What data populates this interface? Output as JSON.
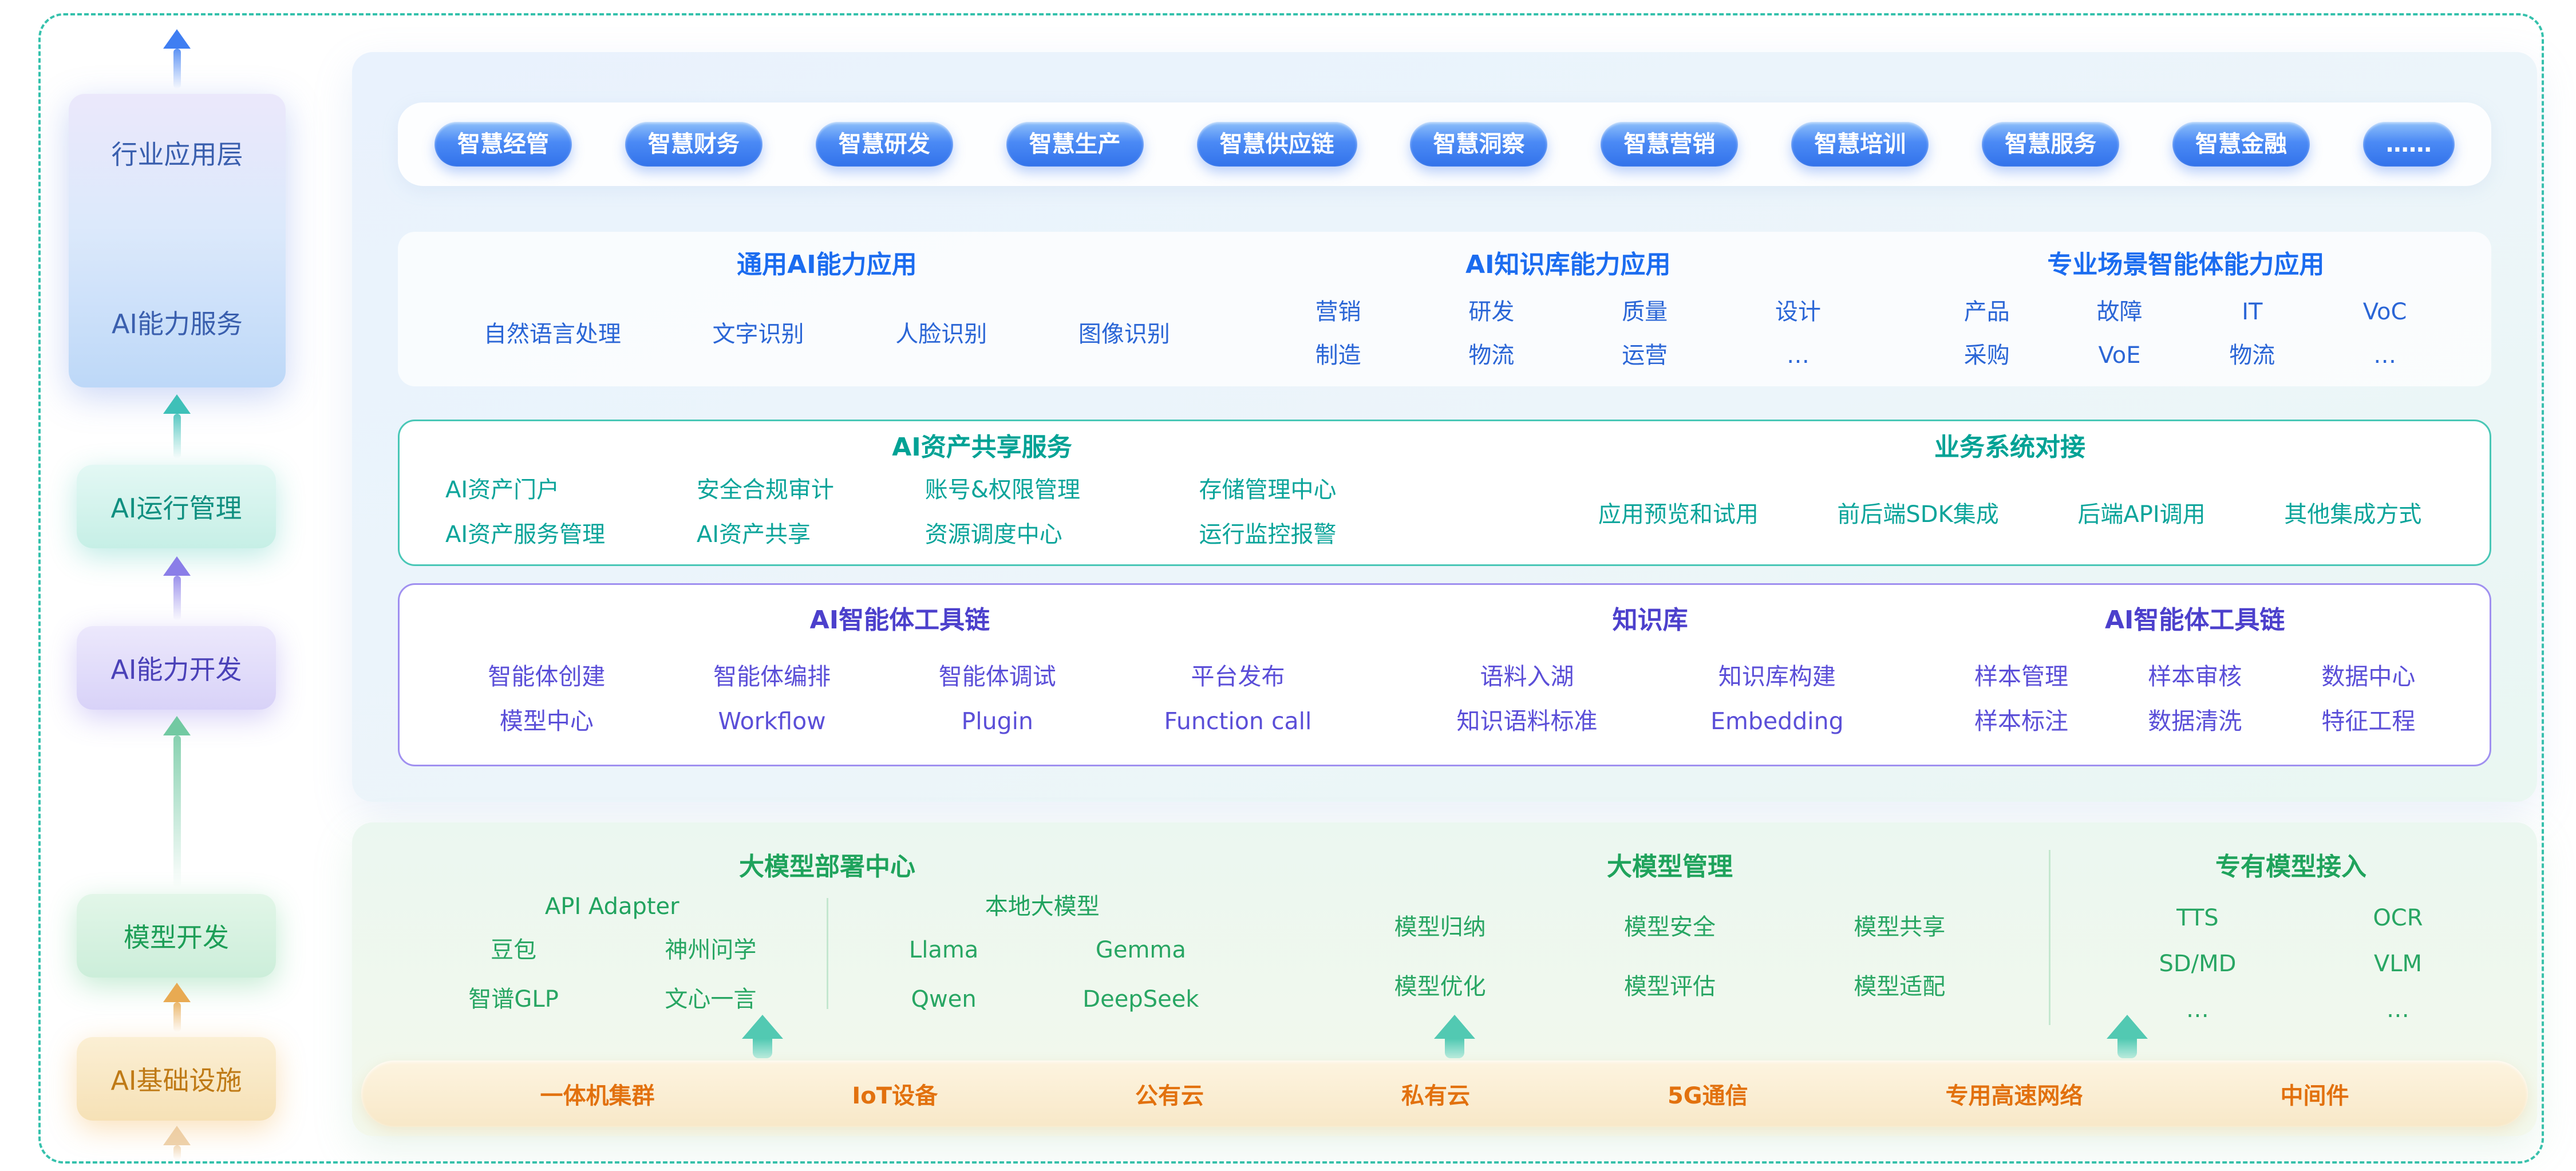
{
  "colors": {
    "frame_dash": "#35c1ac",
    "accent_blue": "#1b6cf0",
    "accent_teal": "#00a295",
    "accent_purple": "#4c40cc",
    "accent_green": "#1fa35c",
    "accent_orange": "#e2710e"
  },
  "sidebar": {
    "app_layer": {
      "line1": "行业应用层",
      "line2": "AI能力服务"
    },
    "run_mgmt": "AI运行管理",
    "dev": "AI能力开发",
    "model_dev": "模型开发",
    "infra": "AI基础设施"
  },
  "industry_apps": [
    "智慧经管",
    "智慧财务",
    "智慧研发",
    "智慧生产",
    "智慧供应链",
    "智慧洞察",
    "智慧营销",
    "智慧培训",
    "智慧服务",
    "智慧金融",
    "……"
  ],
  "ai_capability": {
    "general": {
      "title": "通用AI能力应用",
      "items": [
        "自然语言处理",
        "文字识别",
        "人脸识别",
        "图像识别"
      ]
    },
    "knowledge": {
      "title": "AI知识库能力应用",
      "row1": [
        "营销",
        "研发",
        "质量",
        "设计"
      ],
      "row2": [
        "制造",
        "物流",
        "运营",
        "…"
      ]
    },
    "scene": {
      "title": "专业场景智能体能力应用",
      "row1": [
        "产品",
        "故障",
        "IT",
        "VoC"
      ],
      "row2": [
        "采购",
        "VoE",
        "物流",
        "…"
      ]
    }
  },
  "asset_sharing": {
    "title": "AI资产共享服务",
    "columns": [
      [
        "AI资产门户",
        "AI资产服务管理"
      ],
      [
        "安全合规审计",
        "AI资产共享"
      ],
      [
        "账号&权限管理",
        "资源调度中心"
      ],
      [
        "存储管理中心",
        "运行监控报警"
      ]
    ],
    "integration_title": "业务系统对接",
    "integration_items": [
      "应用预览和试用",
      "前后端SDK集成",
      "后端API调用",
      "其他集成方式"
    ]
  },
  "toolchain": {
    "agent": {
      "title": "AI智能体工具链",
      "columns": [
        [
          "智能体创建",
          "模型中心"
        ],
        [
          "智能体编排",
          "Workflow"
        ],
        [
          "智能体调试",
          "Plugin"
        ],
        [
          "平台发布",
          "Function call"
        ]
      ]
    },
    "kb": {
      "title": "知识库",
      "columns": [
        [
          "语料入湖",
          "知识语料标准"
        ],
        [
          "知识库构建",
          "Embedding"
        ]
      ]
    },
    "data": {
      "title": "AI智能体工具链",
      "columns": [
        [
          "样本管理",
          "样本标注"
        ],
        [
          "样本审核",
          "数据清洗"
        ],
        [
          "数据中心",
          "特征工程"
        ]
      ]
    }
  },
  "model_layer": {
    "deploy": {
      "title": "大模型部署中心",
      "api_adapter": {
        "title": "API Adapter",
        "items": [
          [
            "豆包",
            "神州问学"
          ],
          [
            "智谱GLP",
            "文心一言"
          ]
        ]
      },
      "local": {
        "title": "本地大模型",
        "items": [
          [
            "Llama",
            "Gemma"
          ],
          [
            "Qwen",
            "DeepSeek"
          ]
        ]
      }
    },
    "mgmt": {
      "title": "大模型管理",
      "columns": [
        [
          "模型归纳",
          "模型优化"
        ],
        [
          "模型安全",
          "模型评估"
        ],
        [
          "模型共享",
          "模型适配"
        ]
      ]
    },
    "proprietary": {
      "title": "专有模型接入",
      "columns": [
        [
          "TTS",
          "SD/MD",
          "…"
        ],
        [
          "OCR",
          "VLM",
          "…"
        ]
      ]
    }
  },
  "infrastructure": [
    "一体机集群",
    "IoT设备",
    "公有云",
    "私有云",
    "5G通信",
    "专用高速网络",
    "中间件"
  ]
}
